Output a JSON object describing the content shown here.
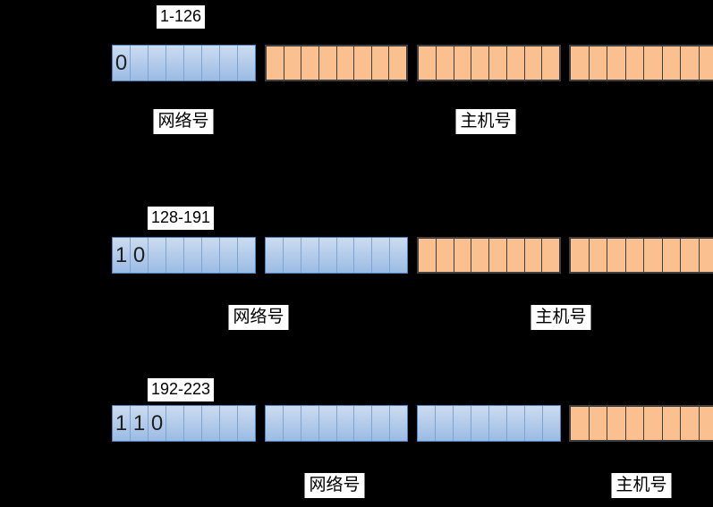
{
  "diagram": {
    "description_names": {
      "network_segment": "network-octet",
      "host_segment": "host-octet"
    },
    "colors": {
      "background": "#000000",
      "network_fill_top": "#ccdcf0",
      "network_fill_bottom": "#9bbbe4",
      "network_border": "#4f81bd",
      "network_divider": "#7ea4d4",
      "host_fill": "#fac090",
      "host_border": "#3f3f3f",
      "digit_color": "#1f1f1f",
      "label_bg": "#ffffff",
      "label_color": "#000000"
    },
    "cells_per_octet": 8,
    "rows": [
      {
        "name": "class-a",
        "range_label": "1-126",
        "leading_bits": [
          "0"
        ],
        "octets": [
          "network",
          "host",
          "host",
          "host"
        ],
        "network_label": "网络号",
        "host_label": "主机号"
      },
      {
        "name": "class-b",
        "range_label": "128-191",
        "leading_bits": [
          "1",
          "0"
        ],
        "octets": [
          "network",
          "network",
          "host",
          "host"
        ],
        "network_label": "网络号",
        "host_label": "主机号"
      },
      {
        "name": "class-c",
        "range_label": "192-223",
        "leading_bits": [
          "1",
          "1",
          "0"
        ],
        "octets": [
          "network",
          "network",
          "network",
          "host"
        ],
        "network_label": "网络号",
        "host_label": "主机号"
      }
    ]
  }
}
